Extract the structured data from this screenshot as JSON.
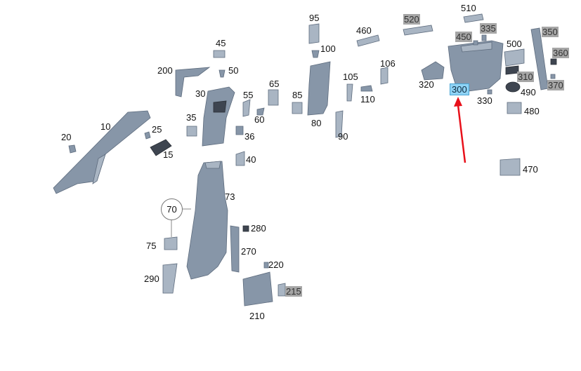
{
  "diagram": {
    "highlight_color": "#8fd3f5",
    "tag_color": "#a6a6a6",
    "arrow_color": "#e8101a",
    "labels": {
      "l10": "10",
      "l15": "15",
      "l20": "20",
      "l25": "25",
      "l30": "30",
      "l35": "35",
      "l36": "36",
      "l40": "40",
      "l45": "45",
      "l50": "50",
      "l55": "55",
      "l60": "60",
      "l65": "65",
      "l70": "70",
      "l73": "73",
      "l75": "75",
      "l80": "80",
      "l85": "85",
      "l90": "90",
      "l95": "95",
      "l100": "100",
      "l105": "105",
      "l106": "106",
      "l110": "110",
      "l200": "200",
      "l210": "210",
      "l215": "215",
      "l220": "220",
      "l270": "270",
      "l280": "280",
      "l290": "290",
      "l300": "300",
      "l310": "310",
      "l320": "320",
      "l330": "330",
      "l335": "335",
      "l350": "350",
      "l360": "360",
      "l370": "370",
      "l450": "450",
      "l460": "460",
      "l470": "470",
      "l480": "480",
      "l490": "490",
      "l500": "500",
      "l510": "510",
      "l520": "520"
    }
  }
}
